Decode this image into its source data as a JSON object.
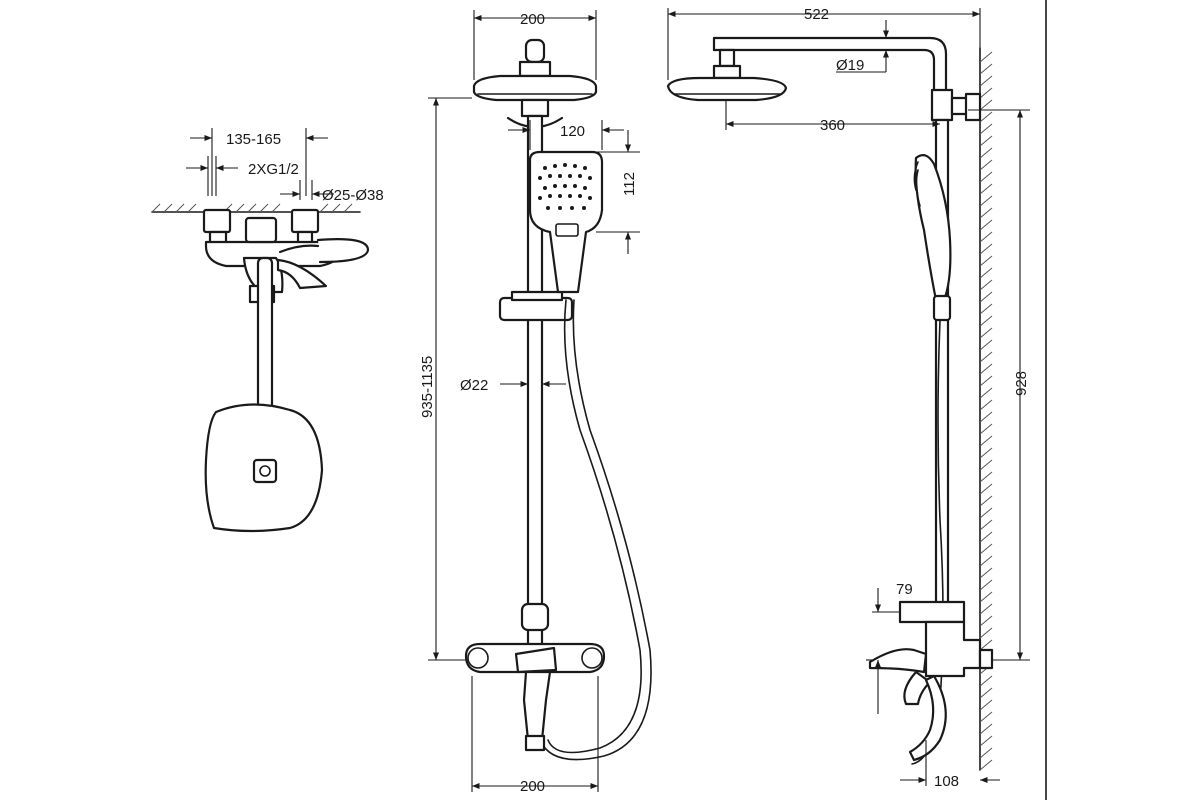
{
  "dimensions": {
    "top_view": {
      "spacing": "135-165",
      "connection": "2XG1/2",
      "pipe_diameter": "Ø25-Ø38"
    },
    "front_view": {
      "head_width": "200",
      "hand_shower_width": "120",
      "hand_shower_height": "112",
      "height_range": "935-1135",
      "rail_diameter": "Ø22",
      "mixer_width": "200"
    },
    "side_view": {
      "total_depth": "522",
      "arm_diameter": "Ø19",
      "head_offset": "360",
      "height": "928",
      "mixer_height": "79",
      "wall_offset": "108"
    }
  }
}
